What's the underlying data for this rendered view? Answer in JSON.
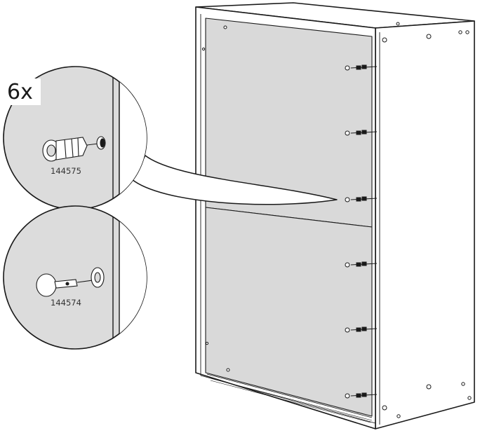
{
  "instruction": {
    "quantity_label": "6x"
  },
  "parts": [
    {
      "part_number": "144575"
    },
    {
      "part_number": "144574"
    }
  ],
  "colors": {
    "line": "#1a1a1a",
    "panel_fill": "#d9d9d9",
    "cabinet_fill": "#ffffff",
    "detail_fill": "#dcdcdc"
  }
}
